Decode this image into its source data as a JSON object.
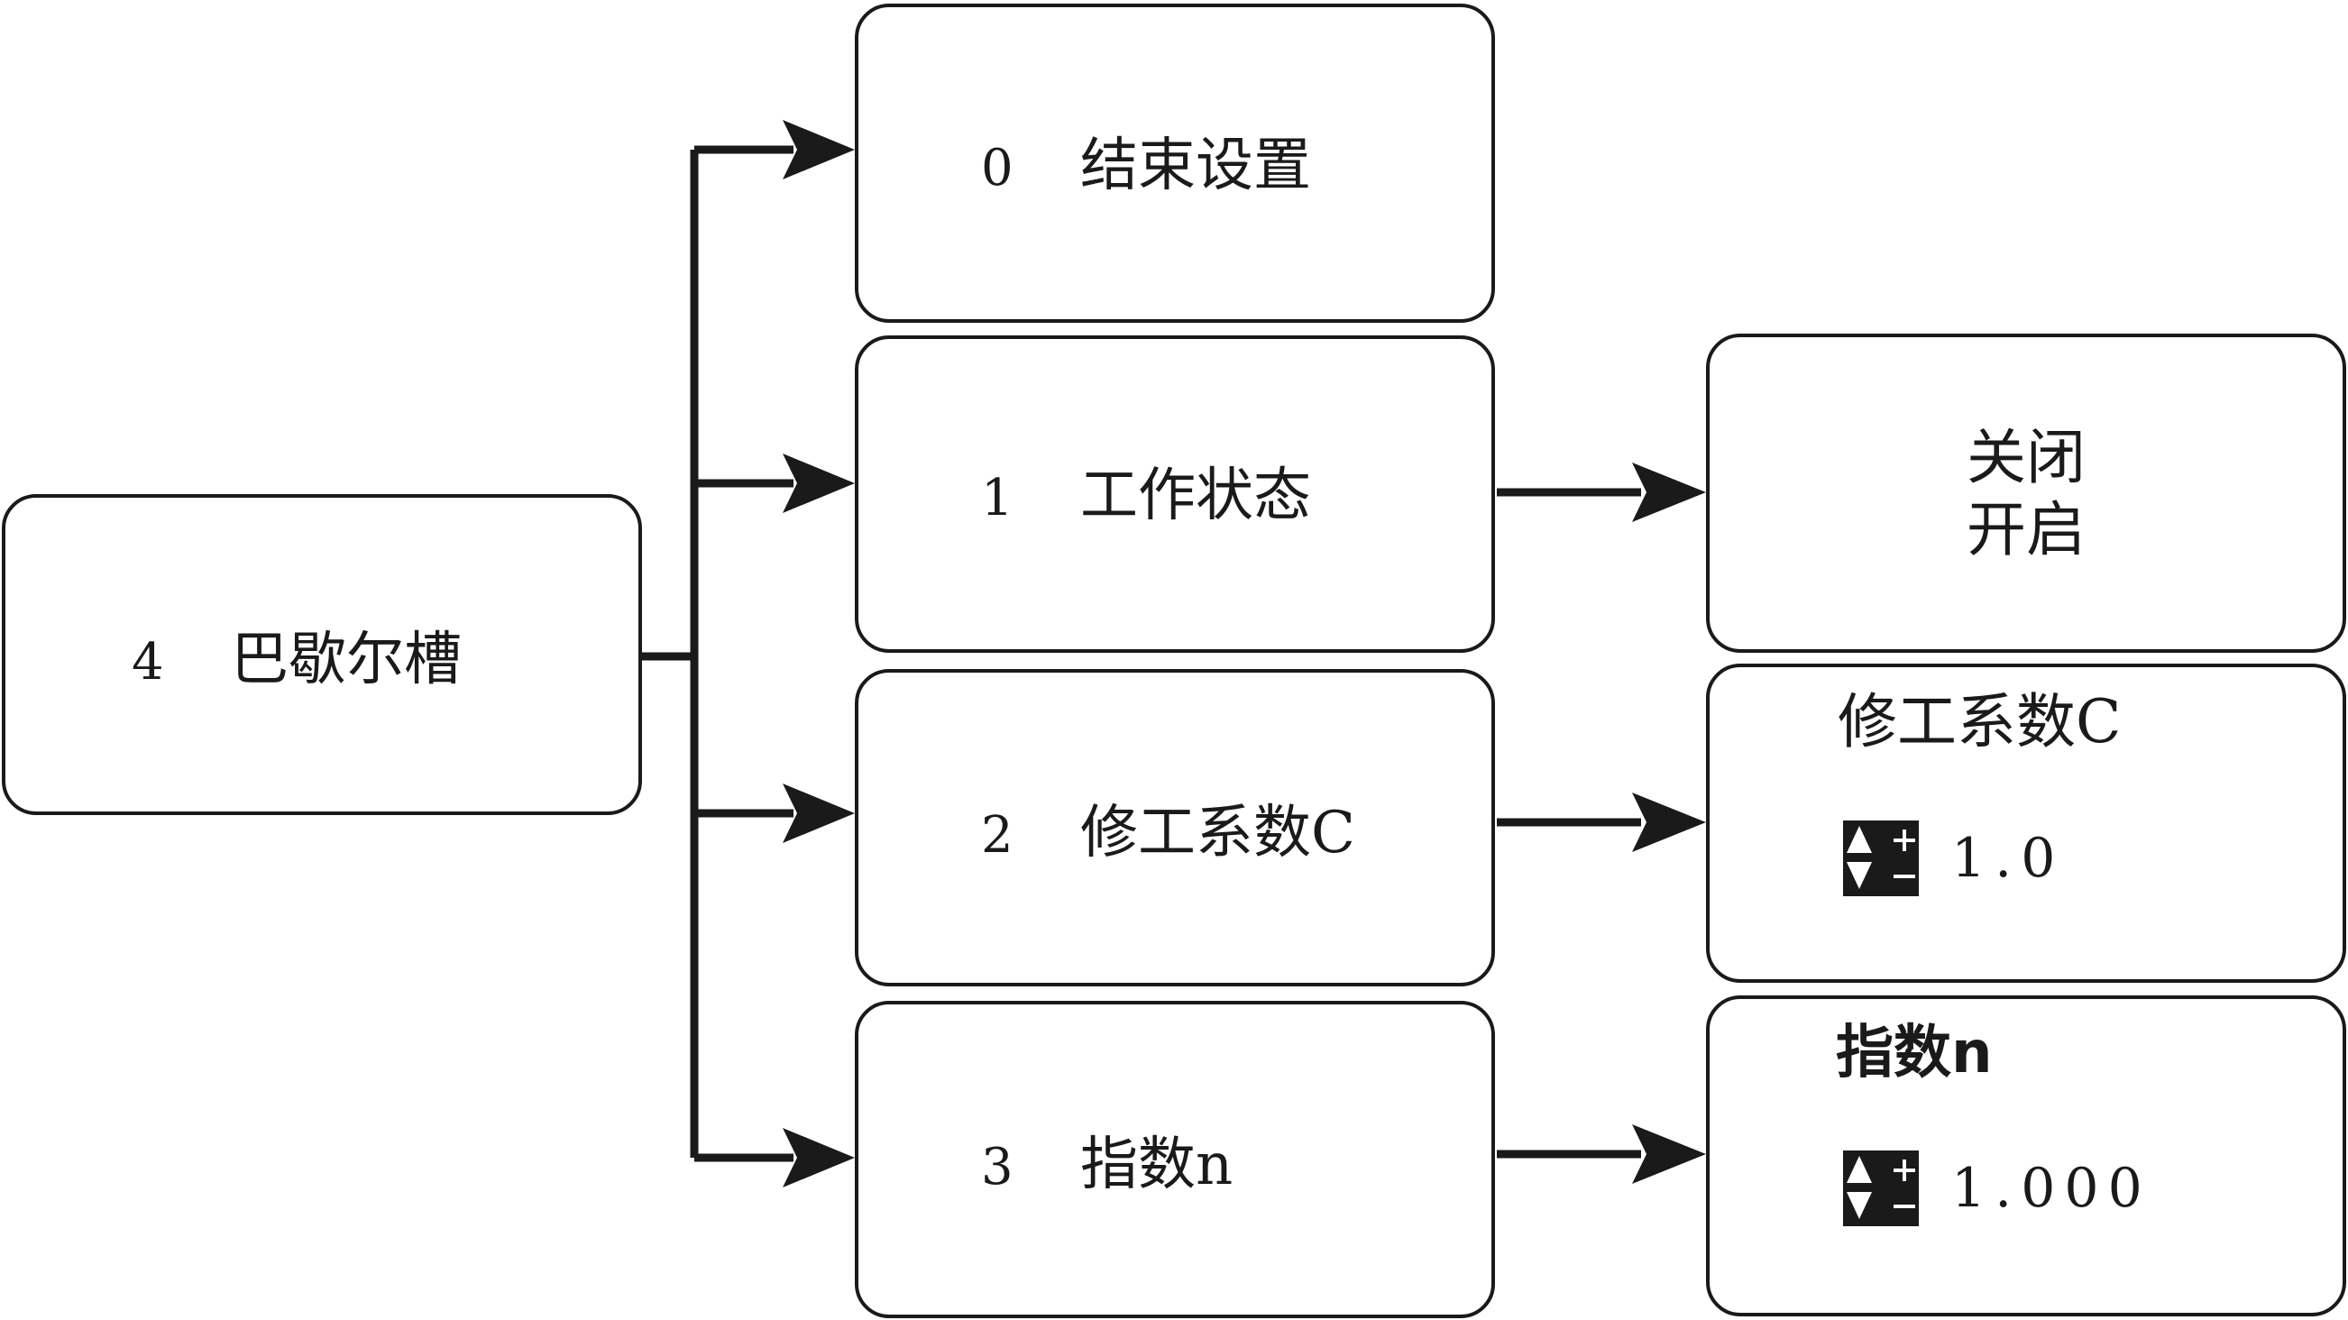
{
  "root": {
    "num": "4",
    "title": "巴歇尔槽"
  },
  "menu": [
    {
      "num": "0",
      "title": "结束设置"
    },
    {
      "num": "1",
      "title": "工作状态"
    },
    {
      "num": "2",
      "title": "修工系数C"
    },
    {
      "num": "3",
      "title": "指数n"
    }
  ],
  "details": {
    "status_options": [
      "关闭",
      "开启"
    ],
    "coef": {
      "title": "修工系数C",
      "value": "1.0"
    },
    "exp": {
      "title": "指数n",
      "value": "1.000"
    }
  },
  "icons": {
    "stepper": "up-down-plus-minus-icon"
  },
  "colors": {
    "line": "#1a1a1a",
    "background": "#ffffff"
  }
}
